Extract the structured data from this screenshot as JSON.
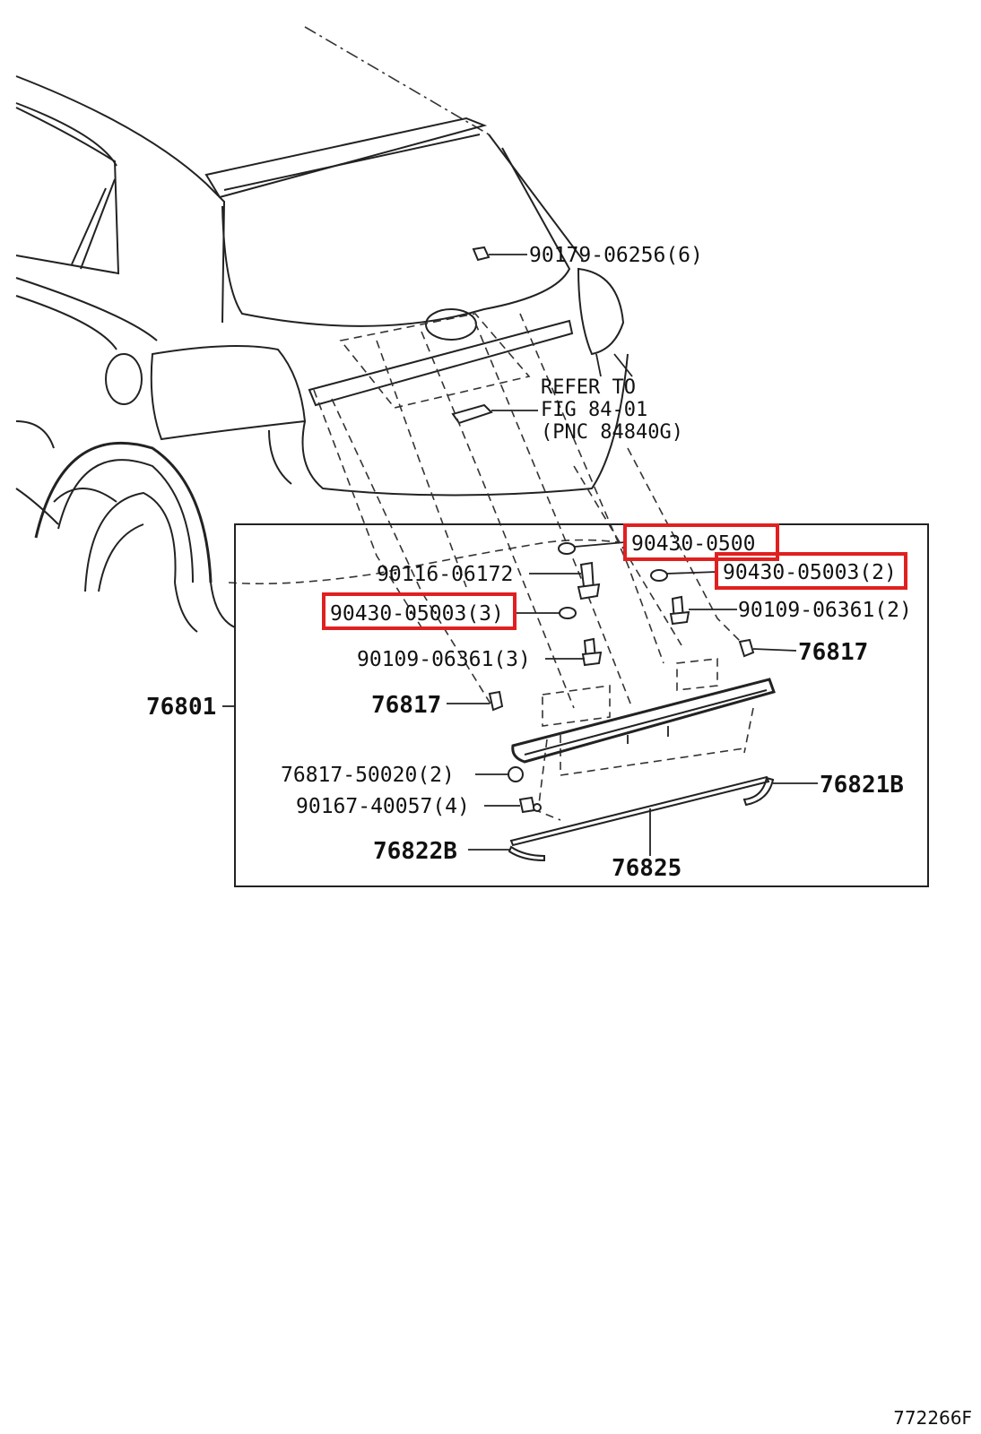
{
  "highlight_color": "#e02020",
  "callouts": {
    "clip_upper": "90179-06256(6)",
    "refer_line1": "REFER TO",
    "refer_line2": "FIG 84-01",
    "refer_line3": "(PNC 84840G)",
    "washer_top": "90430-0500",
    "washer_right": "90430-05003(2)",
    "screw_upper": "90116-06172",
    "washer_left": "90430-05003(3)",
    "screw_right": "90109-06361(2)",
    "clip_right": "76817",
    "screw_left": "90109-06361(3)",
    "assembly": "76801",
    "clip_left": "76817",
    "clip_kit": "76817-50020(2)",
    "nut": "90167-40057(4)",
    "end_right": "76821B",
    "end_left": "76822B",
    "molding": "76825"
  },
  "figure_number": "772266F"
}
